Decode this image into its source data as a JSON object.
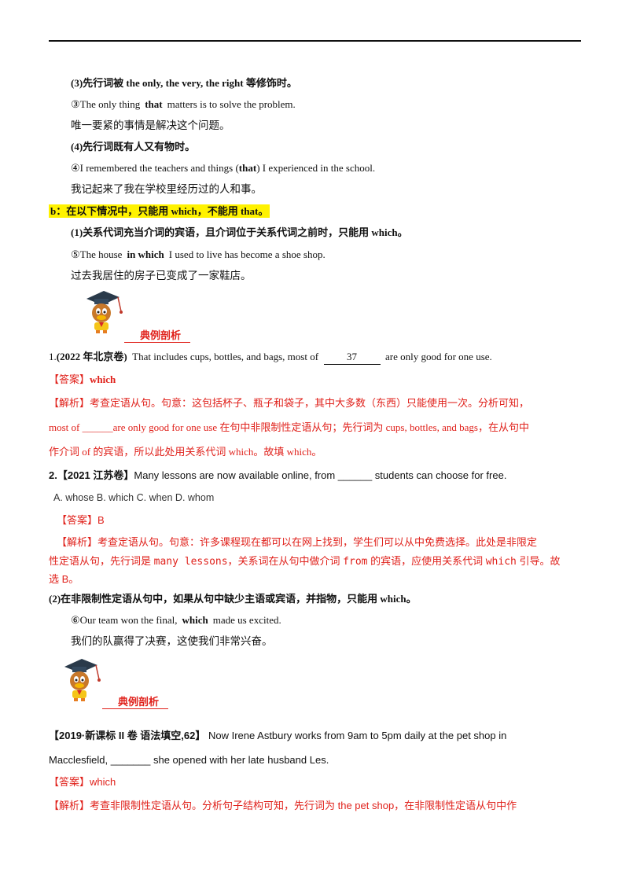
{
  "rule3": {
    "heading_cn1": "(3)先行词被 ",
    "heading_en": "the only, the very, the right",
    "heading_cn2": " 等修饰时。",
    "example_num": "③",
    "example_pre": "The only thing",
    "example_kw": "that",
    "example_post": "matters is to solve the problem.",
    "translation": "唯一要紧的事情是解决这个问题。"
  },
  "rule4": {
    "heading": "(4)先行词既有人又有物时。",
    "example_num": "④",
    "example_pre": "I  remembered the teachers and things (",
    "example_kw": "that",
    "example_post": ") I experienced in the school.",
    "translation": "我记起来了我在学校里经历过的人和事。"
  },
  "section_b": {
    "label": "b：在以下情况中，只能用 which，不能用 that。"
  },
  "rule_b1": {
    "heading_cn1": "(1)关系代词充当介词的宾语，且介词位于关系代词之前时，只能用 ",
    "heading_en": "which",
    "heading_cn2": "。",
    "example_num": "⑤",
    "example_pre": "The house",
    "example_kw": "in which",
    "example_post": "I used to live has become a shoe shop.",
    "translation": "过去我居住的房子已变成了一家鞋店。"
  },
  "example_tag_1": "典例剖析",
  "example_tag_2": "典例剖析",
  "q1": {
    "num": "1.",
    "source": "(2022 年北京卷)",
    "text_pre": "That includes cups, bottles, and bags, most of",
    "blank": "37",
    "text_post": "are only good for one use.",
    "answer_label": "【答案】",
    "answer": "which",
    "analysis_label": "【解析】",
    "analysis_1": "考查定语从句。句意：这包括杯子、瓶子和袋子，其中大多数（东西）只能使用一次。分析可知，",
    "analysis_2a": "most of ",
    "analysis_2blank": "______",
    "analysis_2b": "are only good for one use 在句中非限制性定语从句；先行词为 cups, bottles, and bags，在从句中",
    "analysis_3": "作介词 of 的宾语，所以此处用关系代词 which。故填 which。"
  },
  "q2": {
    "num": "2.",
    "source": "【2021 江苏卷】",
    "text": "Many lessons are now available online, from ______ students can choose for free.",
    "options": "A. whose B. which C. when D. whom",
    "answer_label": "【答案】",
    "answer": "B",
    "analysis_label": "【解析】",
    "analysis_1": "考查定语从句。句意：许多课程现在都可以在网上找到，学生们可以从中免费选择。此处是非限定",
    "analysis_2a": "性定语从句，先行词是 ",
    "analysis_2b": "many lessons",
    "analysis_2c": "，关系词在从句中做介词 ",
    "analysis_2d": "from",
    "analysis_2e": " 的宾语，应使用关系代词 ",
    "analysis_2f": "which",
    "analysis_2g": " 引导。故",
    "analysis_3": "选 B。"
  },
  "rule_b2": {
    "heading_cn1": "(2)在非限制性定语从句中，如果从句中缺少主语或宾语，并指物，只能用 ",
    "heading_en": "which",
    "heading_cn2": "。",
    "example_num": "⑥",
    "example_pre": "Our team won the final,",
    "example_kw": "which",
    "example_post": "made us excited.",
    "translation": "我们的队赢得了决赛，这使我们非常兴奋。"
  },
  "q3": {
    "source": "【2019·新课标 II 卷  语法填空,62】",
    "text_1": " Now Irene Astbury works from 9am to 5pm daily at the pet shop in",
    "text_2": "Macclesfield, _______ she opened with her late husband Les.",
    "answer_label": "【答案】",
    "answer": "which",
    "analysis_label": "【解析】",
    "analysis_1": "考查非限制性定语从句。分析句子结构可知，先行词为 the pet shop，在非限制性定语从句中作"
  }
}
